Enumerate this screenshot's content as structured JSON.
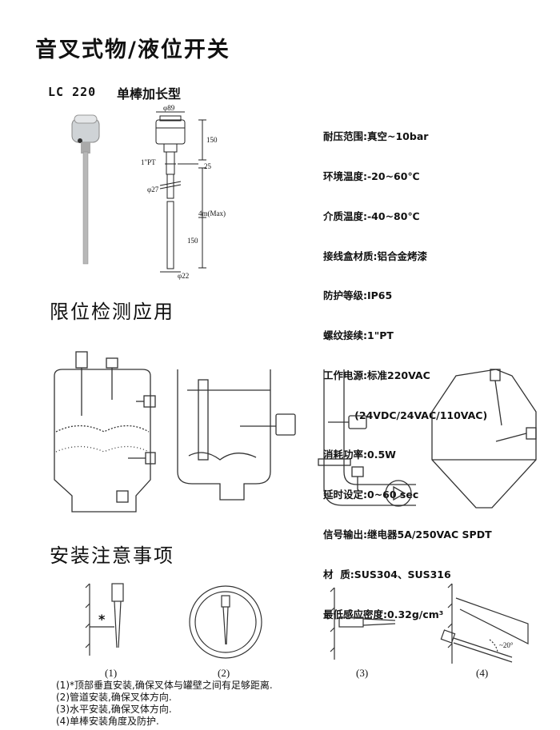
{
  "title": "音叉式物/液位开关",
  "model": {
    "code": "LC 220",
    "name": "单棒加长型"
  },
  "dimensions": {
    "top_width": "φ89",
    "h150_top": "150",
    "thread": "1\"PT",
    "h25": "25",
    "dia27": "φ27",
    "length_max": "4m(Max)",
    "h150_bottom": "150",
    "dia22": "φ22"
  },
  "specs": [
    "耐压范围:真空~10bar",
    "环境温度:-20~60℃",
    "介质温度:-40~80℃",
    "接线盒材质:铝合金烤漆",
    "防护等级:IP65",
    "螺纹接续:1\"PT",
    "工作电源:标准220VAC",
    "         (24VDC/24VAC/110VAC)",
    "消耗功率:0.5W",
    "延时设定:0~60 sec",
    "信号输出:继电器5A/250VAC SPDT",
    "材  质:SUS304、SUS316",
    "最低感应密度:0.32g/cm³"
  ],
  "section_application": "限位检测应用",
  "section_install": "安装注意事项",
  "install": {
    "mark": "*",
    "angle": "~20°",
    "captions": [
      "(1)",
      "(2)",
      "(3)",
      "(4)"
    ],
    "notes": [
      "(1)*顶部垂直安装,确保叉体与罐壁之间有足够距离.",
      "(2)管道安装,确保叉体方向.",
      "(3)水平安装,确保叉体方向.",
      "(4)单棒安装角度及防护."
    ]
  }
}
